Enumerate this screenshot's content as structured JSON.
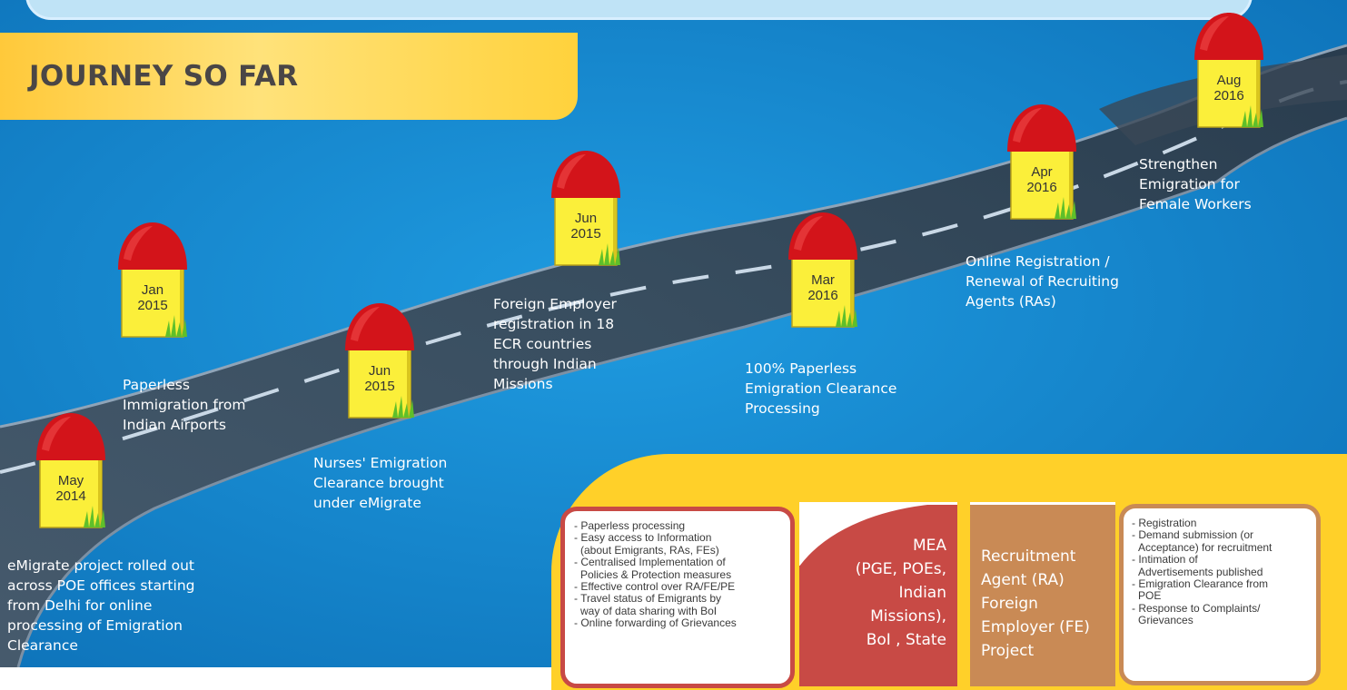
{
  "header": {
    "title": "JOURNEY SO FAR"
  },
  "milestones": [
    {
      "month": "May",
      "year": "2014",
      "caption": [
        "eMigrate project rolled out",
        "across POE offices starting",
        "from Delhi for online",
        "processing of Emigration",
        "Clearance"
      ]
    },
    {
      "month": "Jan",
      "year": "2015",
      "caption": [
        "Paperless",
        "Immigration from",
        "Indian Airports"
      ]
    },
    {
      "month": "Jun",
      "year": "2015",
      "caption": [
        "Nurses' Emigration",
        "Clearance brought",
        "under eMigrate"
      ]
    },
    {
      "month": "Jun",
      "year": "2015",
      "caption": [
        "Foreign Employer",
        "registration in 18",
        "ECR countries",
        "through Indian",
        "Missions"
      ]
    },
    {
      "month": "Mar",
      "year": "2016",
      "caption": [
        "100% Paperless",
        "Emigration Clearance",
        "Processing"
      ]
    },
    {
      "month": "Apr",
      "year": "2016",
      "caption": [
        "Online Registration /",
        "Renewal of Recruiting",
        "Agents (RAs)"
      ]
    },
    {
      "month": "Aug",
      "year": "2016",
      "caption": [
        "Strengthen",
        "Emigration for",
        "Female Workers"
      ]
    }
  ],
  "benefits_left": [
    "- Paperless processing",
    "- Easy access to Information",
    "  (about Emigrants, RAs, FEs)",
    "- Centralised Implementation of",
    "  Policies & Protection measures",
    "- Effective control over RA/FE/PE",
    "- Travel status of Emigrants by",
    "   way of  data sharing with  BoI",
    "- Online forwarding of Grievances"
  ],
  "mea_block": [
    "MEA",
    "(PGE, POEs,",
    "Indian",
    "Missions),",
    "BoI , State"
  ],
  "ra_block": [
    "Recruitment",
    "Agent (RA)",
    "Foreign",
    "Employer (FE)",
    "Project"
  ],
  "benefits_right": [
    "- Registration",
    "- Demand submission (or",
    "  Acceptance) for recruitment",
    "- Intimation of",
    "  Advertisements published",
    "- Emigration Clearance from",
    "  POE",
    "- Response to Complaints/",
    "  Grievances"
  ],
  "colors": {
    "sky": "#1a8fd6",
    "road": "#3c4a5a",
    "banner": "#ffd23c",
    "cap": "#d3141a",
    "post": "#fbef3a",
    "mea": "#c84a45",
    "ra": "#c98a55"
  }
}
